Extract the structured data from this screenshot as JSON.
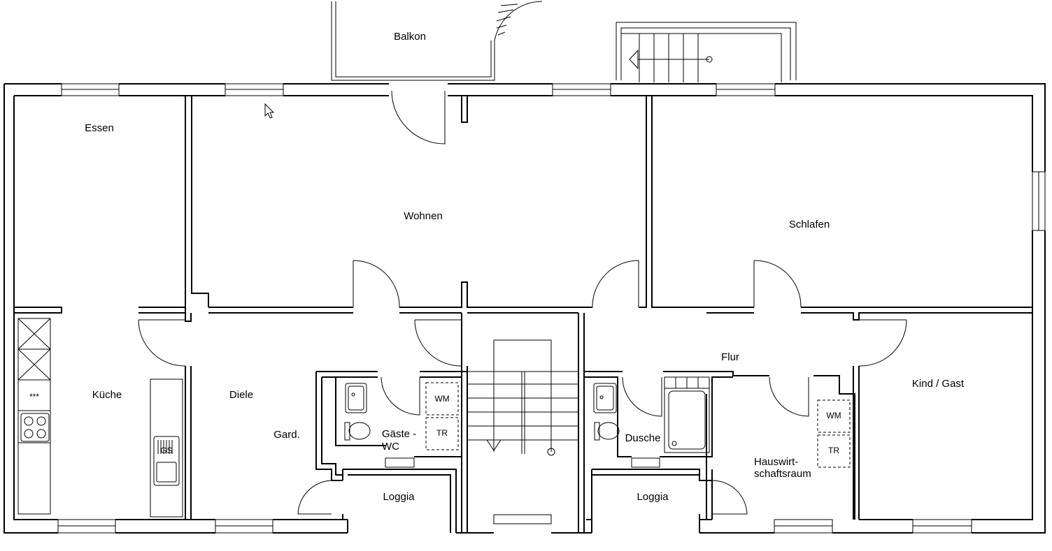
{
  "rooms": {
    "balkon": "Balkon",
    "essen": "Essen",
    "wohnen": "Wohnen",
    "schlafen": "Schlafen",
    "kueche": "Küche",
    "diele": "Diele",
    "gard": "Gard.",
    "gaeste_wc_line1": "Gäste -",
    "gaeste_wc_line2": "WC",
    "dusche": "Dusche",
    "flur": "Flur",
    "kind_gast": "Kind / Gast",
    "hauswirtschaft_line1": "Hauswirt-",
    "hauswirtschaft_line2": "schaftsraum",
    "loggia_left": "Loggia",
    "loggia_right": "Loggia"
  },
  "fixtures": {
    "wm_left": "WM",
    "tr_left": "TR",
    "wm_right": "WM",
    "tr_right": "TR",
    "gs": "GS",
    "stove": "***"
  }
}
